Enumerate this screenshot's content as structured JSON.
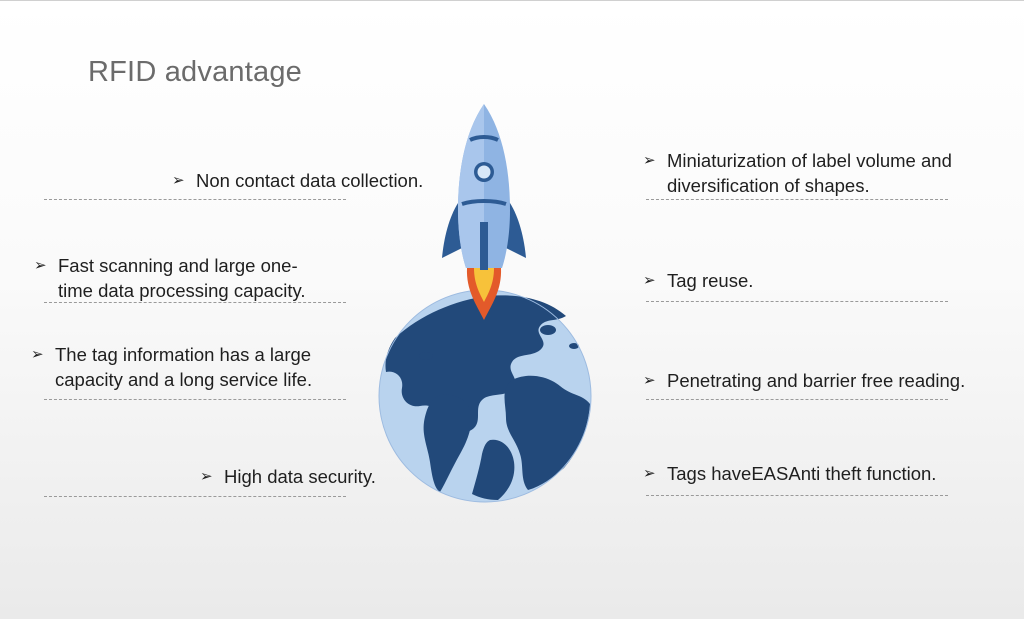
{
  "title": "RFID advantage",
  "bullet_glyph": "➢",
  "left_items": [
    {
      "lines": [
        "Non contact data collection."
      ]
    },
    {
      "lines": [
        "Fast scanning and large one-",
        "time data processing capacity."
      ]
    },
    {
      "lines": [
        "The tag information has a large",
        "capacity and a long service life."
      ]
    },
    {
      "lines": [
        "High data security."
      ]
    }
  ],
  "right_items": [
    {
      "lines": [
        "Miniaturization of label volume and",
        "diversification of shapes."
      ]
    },
    {
      "lines": [
        "Tag reuse."
      ]
    },
    {
      "lines": [
        "Penetrating and barrier free reading."
      ]
    },
    {
      "lines": [
        "Tags haveEASAnti theft function."
      ]
    }
  ],
  "colors": {
    "globe_ocean": "#b9d3ee",
    "globe_land": "#22497a",
    "rocket_body": "#8fb4e3",
    "rocket_fin": "#2d5b94",
    "flame_outer": "#e35a2a",
    "flame_inner": "#f7c23a"
  },
  "icons": {
    "globe": "globe-icon",
    "rocket": "rocket-icon"
  }
}
